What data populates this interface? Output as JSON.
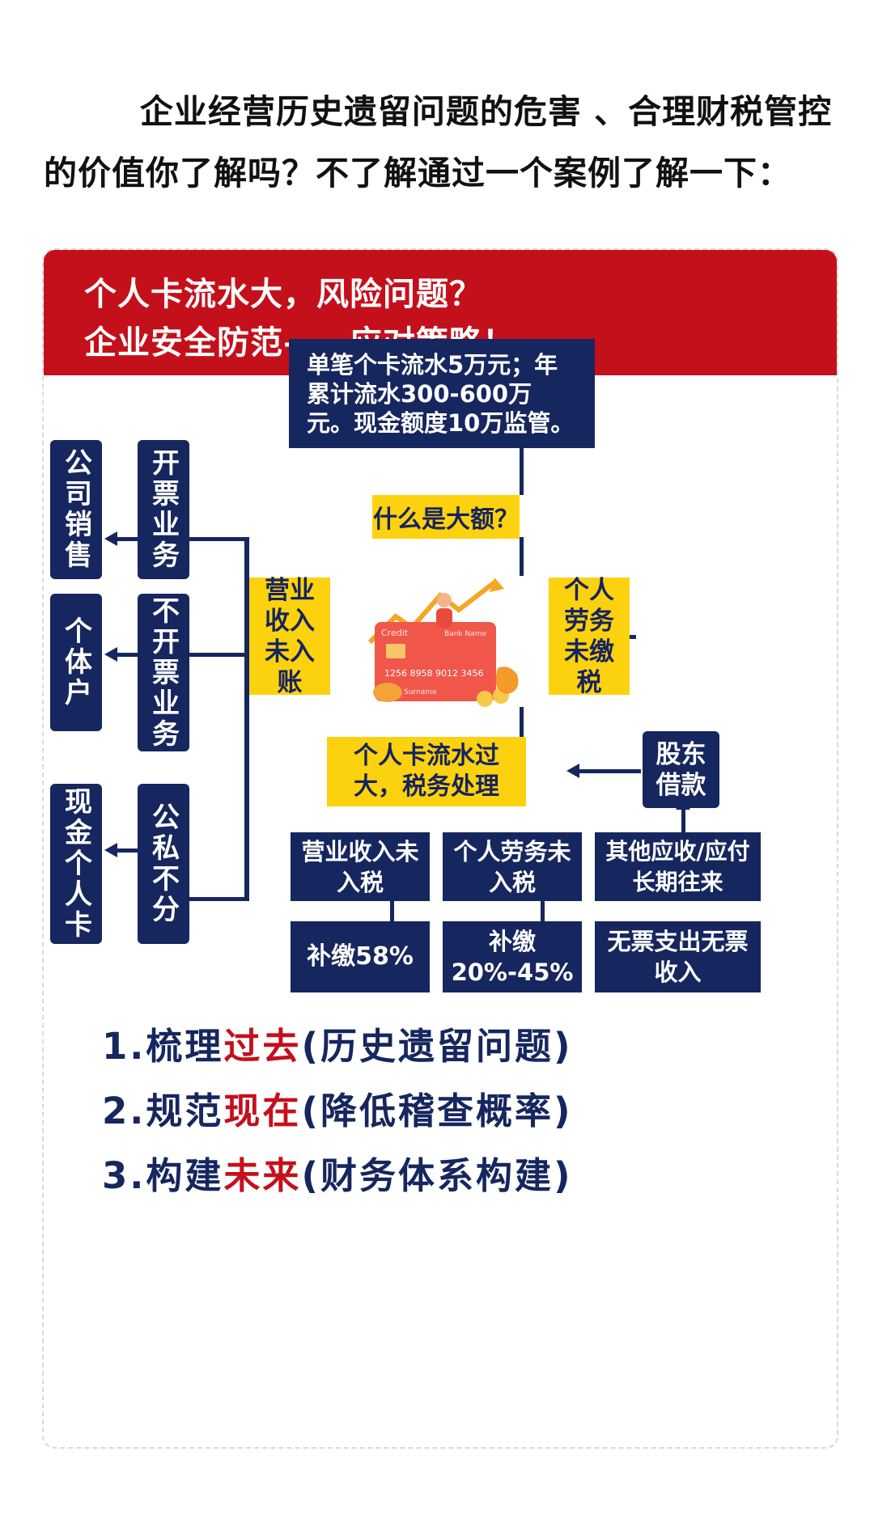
{
  "intro": "企业经营历史遗留问题的危害 、合理财税管控的价值你了解吗？不了解通过一个案例了解一下：",
  "banner": {
    "line1": "个人卡流水大，风险问题？",
    "line2": "企业安全防范——应对策略！"
  },
  "diagram": {
    "top_box": "单笔个卡流水5万元；年累计流水300-600万元。现金额度10万监管。",
    "question": "什么是大额？",
    "left_yellow": "营业收入未入账",
    "right_yellow": "个人劳务未缴税",
    "center_box": "个人卡流水过大，税务处理",
    "shareholder_loan": "股东借款",
    "left_inner": [
      "开票业务",
      "不开票业务",
      "公私不分"
    ],
    "left_outer": [
      "公司销售",
      "个体户",
      "现金个人卡"
    ],
    "bottom_row1": [
      "营业收入未入税",
      "个人劳务未入税",
      "其他应收/应付 长期往来"
    ],
    "bottom_row2": [
      "补缴58%",
      "补缴20%-45%",
      "无票支出无票收入"
    ],
    "card_illustration": {
      "brand": "Credit",
      "bank": "Bank Name",
      "number": "1256 8958 9012 3456",
      "name": "Surname",
      "icon": "credit-card-growth-illustration"
    }
  },
  "steps": [
    {
      "num": "1.",
      "verb": "梳理",
      "key": "过去",
      "rest": "(历史遗留问题)"
    },
    {
      "num": "2.",
      "verb": "规范",
      "key": "现在",
      "rest": "(降低稽查概率)"
    },
    {
      "num": "3.",
      "verb": "构建",
      "key": "未来",
      "rest": "(财务体系构建)"
    }
  ],
  "colors": {
    "navy": "#16265e",
    "yellow": "#fcd20e",
    "red": "#c4101b"
  }
}
